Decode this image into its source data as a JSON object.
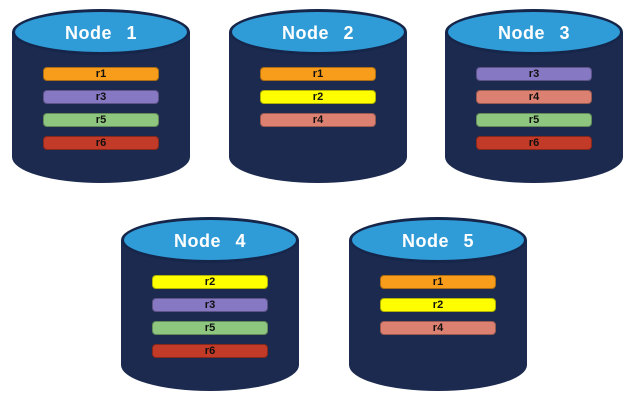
{
  "diagram": {
    "background": "#ffffff",
    "cylinder": {
      "top_color": "#2F9BD7",
      "body_color": "#1B2A4E",
      "outline_color": "#16254A",
      "title_color": "#FFFFFF"
    },
    "replica_colors": {
      "r1": "#F89C1B",
      "r2": "#FEFE00",
      "r3": "#8678C2",
      "r4": "#DC8172",
      "r5": "#8EC680",
      "r6": "#C23A28"
    },
    "nodes": [
      {
        "label": "Node 1",
        "replicas": [
          "r1",
          "r3",
          "r5",
          "r6"
        ]
      },
      {
        "label": "Node 2",
        "replicas": [
          "r1",
          "r2",
          "r4"
        ]
      },
      {
        "label": "Node 3",
        "replicas": [
          "r3",
          "r4",
          "r5",
          "r6"
        ]
      },
      {
        "label": "Node 4",
        "replicas": [
          "r2",
          "r3",
          "r5",
          "r6"
        ]
      },
      {
        "label": "Node 5",
        "replicas": [
          "r1",
          "r2",
          "r4"
        ]
      }
    ]
  }
}
